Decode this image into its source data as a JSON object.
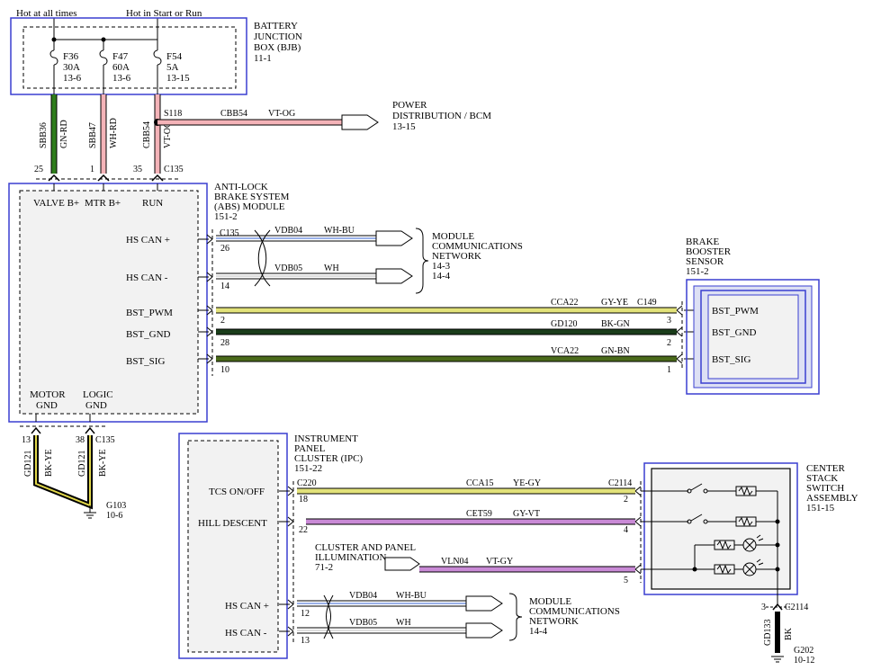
{
  "headers": {
    "hot_at_all_times": "Hot at all times",
    "hot_in_start_or_run": "Hot in Start or Run"
  },
  "bjb": {
    "name_1": "BATTERY",
    "name_2": "JUNCTION",
    "name_3": "BOX (BJB)",
    "ref": "11-1",
    "fuses": [
      {
        "id": "F36",
        "rating": "30A",
        "ref": "13-6"
      },
      {
        "id": "F47",
        "rating": "60A",
        "ref": "13-6"
      },
      {
        "id": "F54",
        "rating": "5A",
        "ref": "13-15"
      }
    ]
  },
  "power_dist": {
    "splice": "S118",
    "circuit": "CBB54",
    "color": "VT-OG",
    "name_1": "POWER",
    "name_2": "DISTRIBUTION / BCM",
    "ref": "13-15"
  },
  "feeds": [
    {
      "circuit": "SBB36",
      "color": "GN-RD",
      "pin": "25"
    },
    {
      "circuit": "SBB47",
      "color": "WH-RD",
      "pin": "1"
    },
    {
      "circuit": "CBB54",
      "color": "VT-OG",
      "pin": "35"
    }
  ],
  "abs": {
    "connector": "C135",
    "name_1": "ANTI-LOCK",
    "name_2": "BRAKE SYSTEM",
    "name_3": "(ABS) MODULE",
    "ref": "151-2",
    "valve": "VALVE B+",
    "mtr": "MTR B+",
    "run": "RUN",
    "hs_can_plus": "HS CAN +",
    "hs_can_minus": "HS CAN -",
    "bst_pwm": "BST_PWM",
    "bst_gnd": "BST_GND",
    "bst_sig": "BST_SIG",
    "motor_gnd_1": "MOTOR",
    "motor_gnd_2": "GND",
    "logic_gnd_1": "LOGIC",
    "logic_gnd_2": "GND"
  },
  "abs_can": {
    "connector": "C135",
    "plus": {
      "pin": "26",
      "circuit": "VDB04",
      "color": "WH-BU"
    },
    "minus": {
      "pin": "14",
      "circuit": "VDB05",
      "color": "WH"
    },
    "net_1": "MODULE",
    "net_2": "COMMUNICATIONS",
    "net_3": "NETWORK",
    "ref_1": "14-3",
    "ref_2": "14-4"
  },
  "booster_wires": [
    {
      "circuit": "CCA22",
      "color": "GY-YE",
      "pin_abs": "2",
      "pin_sensor": "3"
    },
    {
      "circuit": "GD120",
      "color": "BK-GN",
      "pin_abs": "28",
      "pin_sensor": "2"
    },
    {
      "circuit": "VCA22",
      "color": "GN-BN",
      "pin_abs": "10",
      "pin_sensor": "1"
    }
  ],
  "booster": {
    "connector": "C149",
    "name_1": "BRAKE",
    "name_2": "BOOSTER",
    "name_3": "SENSOR",
    "ref": "151-2",
    "pwm": "BST_PWM",
    "gnd": "BST_GND",
    "sig": "BST_SIG"
  },
  "abs_ground": {
    "pins": [
      "13",
      "38"
    ],
    "connector": "C135",
    "circuit": "GD121",
    "color": "BK-YE",
    "ground": "G103",
    "ref": "10-6"
  },
  "ipc": {
    "name_1": "INSTRUMENT",
    "name_2": "PANEL",
    "name_3": "CLUSTER (IPC)",
    "ref": "151-22",
    "connector": "C220",
    "tcs": "TCS ON/OFF",
    "hill": "HILL DESCENT",
    "can_plus": "HS CAN +",
    "can_minus": "HS CAN -"
  },
  "ipc_wires": [
    {
      "pin": "18",
      "circuit": "CCA15",
      "color": "YE-GY",
      "pin_switch": "2"
    },
    {
      "pin": "22",
      "circuit": "CET59",
      "color": "GY-VT",
      "pin_switch": "4"
    }
  ],
  "illum": {
    "name_1": "CLUSTER AND PANEL",
    "name_2": "ILLUMINATION",
    "ref": "71-2",
    "circuit": "VLN04",
    "color": "VT-GY",
    "pin_switch": "5"
  },
  "ipc_can": {
    "plus": {
      "pin": "12",
      "circuit": "VDB04",
      "color": "WH-BU"
    },
    "minus": {
      "pin": "13",
      "circuit": "VDB05",
      "color": "WH"
    },
    "net_1": "MODULE",
    "net_2": "COMMUNICATIONS",
    "net_3": "NETWORK",
    "ref": "14-4"
  },
  "switch_assy": {
    "connector": "C2114",
    "name_1": "CENTER",
    "name_2": "STACK",
    "name_3": "SWITCH",
    "name_4": "ASSEMBLY",
    "ref": "151-15"
  },
  "switch_ground": {
    "pin": "3",
    "connector": "C2114",
    "circuit": "GD133",
    "color": "BK",
    "ground": "G202",
    "ref": "10-12"
  }
}
